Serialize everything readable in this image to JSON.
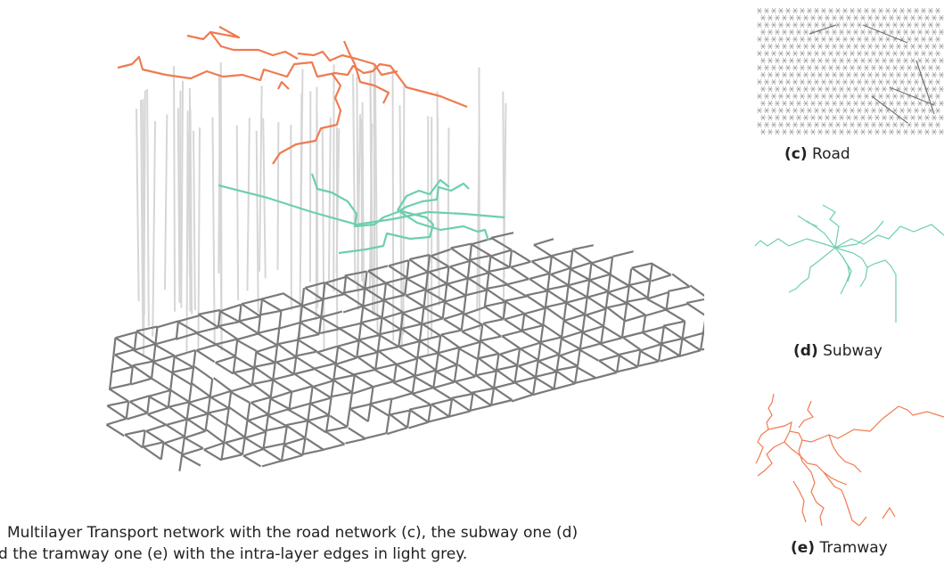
{
  "figure": {
    "caption_line1": "Multilayer Transport network with the road network (c), the subway one (d)",
    "caption_line2": "d the tramway one (e) with the intra-layer edges in light grey."
  },
  "subfigures": [
    {
      "tag": "(c)",
      "label": "Road",
      "color": "#8a8a8a"
    },
    {
      "tag": "(d)",
      "label": "Subway",
      "color": "#6ccfae"
    },
    {
      "tag": "(e)",
      "label": "Tramway",
      "color": "#f07a50"
    }
  ],
  "colors": {
    "road": "#7a7a7a",
    "subway": "#6ccfae",
    "tramway": "#f07a50",
    "inter_layer": "#d6d6d6"
  }
}
